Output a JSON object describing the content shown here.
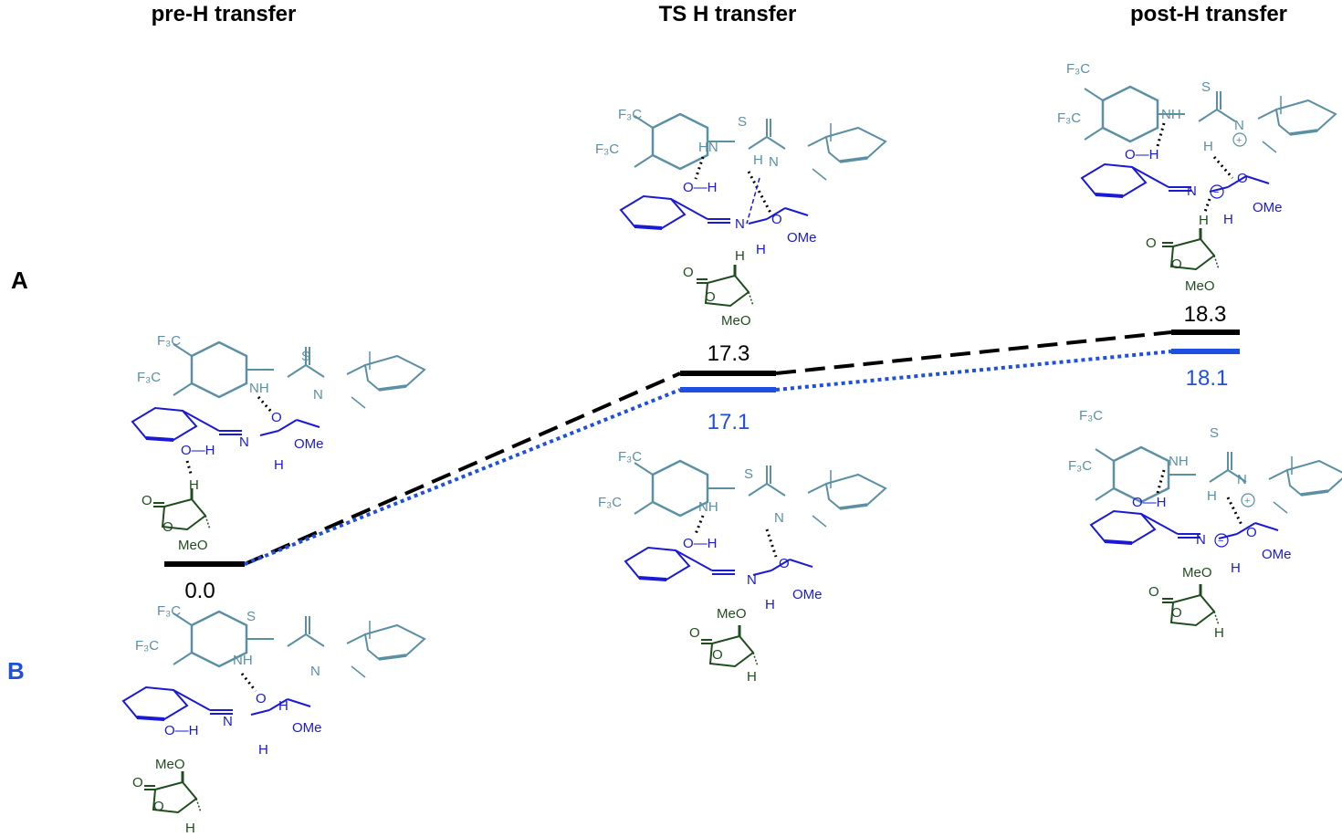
{
  "stages": {
    "pre": "pre-H transfer",
    "ts": "TS H transfer",
    "post": "post-H transfer"
  },
  "path_labels": {
    "a": "A",
    "b": "B"
  },
  "energies": {
    "pre": "0.0",
    "ts_a": "17.3",
    "ts_b": "17.1",
    "post_a": "18.3",
    "post_b": "18.1"
  },
  "atoms": {
    "f3c": "F₃C",
    "s": "S",
    "nh": "NH",
    "hn": "HN",
    "n": "N",
    "h": "H",
    "o": "O",
    "oh": "O—H",
    "ome": "OMe",
    "meo": "MeO",
    "plus": "+",
    "minus": "−"
  },
  "colors": {
    "path_a": "#000000",
    "path_b": "#1f4fe0",
    "catalyst": "#5b8fa3",
    "substrate": "#1a1ad6",
    "lactone": "#1e4d1e"
  }
}
